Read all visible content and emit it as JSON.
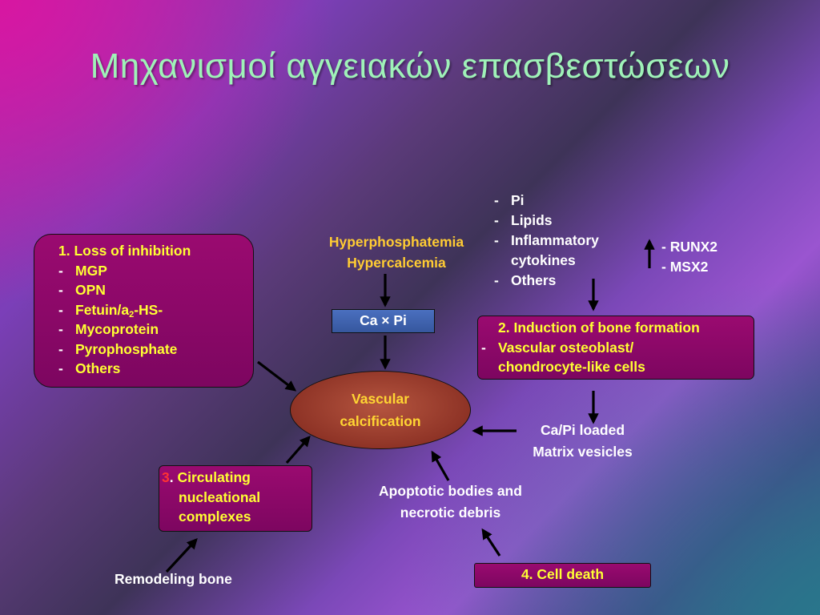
{
  "title": "Μηχανισμοί αγγειακών επασβεστώσεων",
  "box1": {
    "heading": "1. Loss of inhibition",
    "items": [
      "MGP",
      "OPN",
      "Fetuin/a",
      "2",
      "-HS-",
      "Mycoprotein",
      "Pyrophosphate",
      "Others"
    ]
  },
  "top_center": {
    "line1": "Hyperphosphatemia",
    "line2": "Hypercalcemia",
    "product": "Ca × Pi"
  },
  "center": {
    "line1": "Vascular",
    "line2": "calcification"
  },
  "top_right_list": {
    "items": [
      "Pi",
      "Lipids",
      "Inflammatory",
      "cytokines",
      "Others"
    ]
  },
  "regulators": {
    "items": [
      "RUNX2",
      "MSX2"
    ]
  },
  "box2": {
    "heading": "2. Induction of bone formation",
    "line1": "Vascular osteoblast/",
    "line2": "chondrocyte-like cells"
  },
  "matrix": {
    "line1": "Ca/Pi loaded",
    "line2": "Matrix vesicles"
  },
  "apoptotic": {
    "line1": "Apoptotic bodies and",
    "line2": "necrotic debris"
  },
  "box3": {
    "number": "3",
    "line1": "Circulating",
    "line2": "nucleational",
    "line3": "complexes"
  },
  "remodeling": "Remodeling bone",
  "box4": {
    "label": "4. Cell death"
  },
  "dash": "-",
  "colors": {
    "title": "#9ff2b8",
    "box_fill": "#8a0866",
    "heading_yellow": "#ffff33",
    "orange_text": "#ffcc33",
    "ellipse_fill": "#8e3326",
    "product_box": "#4063ad"
  }
}
